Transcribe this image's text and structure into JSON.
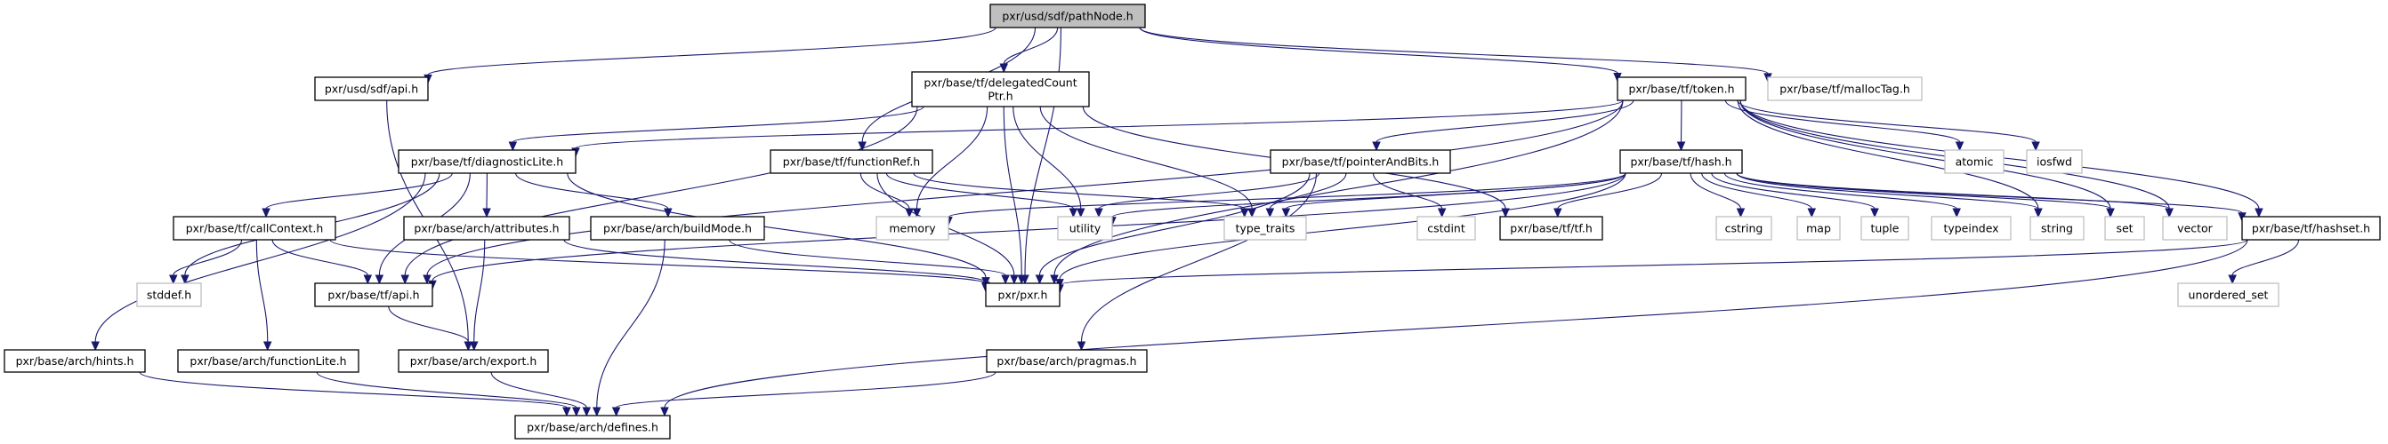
{
  "title": "pxr/usd/sdf/pathNode.h include dependency graph",
  "colors": {
    "edge": "#191970",
    "root_fill": "#bfbfbf",
    "local_border": "#000000",
    "system_border": "#bfbfbf"
  },
  "nodes": [
    {
      "id": "pathNode",
      "label": [
        "pxr/usd/sdf/pathNode.h"
      ],
      "kind": "root"
    },
    {
      "id": "sdfApi",
      "label": [
        "pxr/usd/sdf/api.h"
      ],
      "kind": "local"
    },
    {
      "id": "delegated",
      "label": [
        "pxr/base/tf/delegatedCount",
        "Ptr.h"
      ],
      "kind": "local"
    },
    {
      "id": "token",
      "label": [
        "pxr/base/tf/token.h"
      ],
      "kind": "local"
    },
    {
      "id": "mallocTag",
      "label": [
        "pxr/base/tf/mallocTag.h"
      ],
      "kind": "system"
    },
    {
      "id": "diagLite",
      "label": [
        "pxr/base/tf/diagnosticLite.h"
      ],
      "kind": "local"
    },
    {
      "id": "functionRef",
      "label": [
        "pxr/base/tf/functionRef.h"
      ],
      "kind": "local"
    },
    {
      "id": "pointerAndBits",
      "label": [
        "pxr/base/tf/pointerAndBits.h"
      ],
      "kind": "local"
    },
    {
      "id": "hash",
      "label": [
        "pxr/base/tf/hash.h"
      ],
      "kind": "local"
    },
    {
      "id": "atomic",
      "label": [
        "atomic"
      ],
      "kind": "system"
    },
    {
      "id": "iosfwd",
      "label": [
        "iosfwd"
      ],
      "kind": "system"
    },
    {
      "id": "callContext",
      "label": [
        "pxr/base/tf/callContext.h"
      ],
      "kind": "local"
    },
    {
      "id": "attributes",
      "label": [
        "pxr/base/arch/attributes.h"
      ],
      "kind": "local"
    },
    {
      "id": "buildMode",
      "label": [
        "pxr/base/arch/buildMode.h"
      ],
      "kind": "local"
    },
    {
      "id": "memory",
      "label": [
        "memory"
      ],
      "kind": "system"
    },
    {
      "id": "utility",
      "label": [
        "utility"
      ],
      "kind": "system"
    },
    {
      "id": "typeTraits",
      "label": [
        "type_traits"
      ],
      "kind": "system"
    },
    {
      "id": "cstdint",
      "label": [
        "cstdint"
      ],
      "kind": "system"
    },
    {
      "id": "tfh",
      "label": [
        "pxr/base/tf/tf.h"
      ],
      "kind": "local"
    },
    {
      "id": "cstring",
      "label": [
        "cstring"
      ],
      "kind": "system"
    },
    {
      "id": "map",
      "label": [
        "map"
      ],
      "kind": "system"
    },
    {
      "id": "tuple",
      "label": [
        "tuple"
      ],
      "kind": "system"
    },
    {
      "id": "typeindex",
      "label": [
        "typeindex"
      ],
      "kind": "system"
    },
    {
      "id": "string",
      "label": [
        "string"
      ],
      "kind": "system"
    },
    {
      "id": "set",
      "label": [
        "set"
      ],
      "kind": "system"
    },
    {
      "id": "vector",
      "label": [
        "vector"
      ],
      "kind": "system"
    },
    {
      "id": "hashset",
      "label": [
        "pxr/base/tf/hashset.h"
      ],
      "kind": "local"
    },
    {
      "id": "stddef",
      "label": [
        "stddef.h"
      ],
      "kind": "system"
    },
    {
      "id": "tfApi",
      "label": [
        "pxr/base/tf/api.h"
      ],
      "kind": "local"
    },
    {
      "id": "pxr",
      "label": [
        "pxr/pxr.h"
      ],
      "kind": "local"
    },
    {
      "id": "unorderedSet",
      "label": [
        "unordered_set"
      ],
      "kind": "system"
    },
    {
      "id": "hints",
      "label": [
        "pxr/base/arch/hints.h"
      ],
      "kind": "local"
    },
    {
      "id": "functionLite",
      "label": [
        "pxr/base/arch/functionLite.h"
      ],
      "kind": "local"
    },
    {
      "id": "export",
      "label": [
        "pxr/base/arch/export.h"
      ],
      "kind": "local"
    },
    {
      "id": "pragmas",
      "label": [
        "pxr/base/arch/pragmas.h"
      ],
      "kind": "local"
    },
    {
      "id": "defines",
      "label": [
        "pxr/base/arch/defines.h"
      ],
      "kind": "local"
    }
  ],
  "edges": [
    [
      "pathNode",
      "sdfApi"
    ],
    [
      "pathNode",
      "delegated"
    ],
    [
      "pathNode",
      "functionRef"
    ],
    [
      "pathNode",
      "pxr"
    ],
    [
      "pathNode",
      "token"
    ],
    [
      "pathNode",
      "mallocTag"
    ],
    [
      "sdfApi",
      "export"
    ],
    [
      "delegated",
      "diagLite"
    ],
    [
      "delegated",
      "tfApi"
    ],
    [
      "delegated",
      "memory"
    ],
    [
      "delegated",
      "utility"
    ],
    [
      "delegated",
      "pxr"
    ],
    [
      "delegated",
      "typeTraits"
    ],
    [
      "delegated",
      "tfh"
    ],
    [
      "token",
      "diagLite"
    ],
    [
      "token",
      "pointerAndBits"
    ],
    [
      "token",
      "hash"
    ],
    [
      "token",
      "pxr"
    ],
    [
      "token",
      "tfApi"
    ],
    [
      "token",
      "atomic"
    ],
    [
      "token",
      "iosfwd"
    ],
    [
      "token",
      "string"
    ],
    [
      "token",
      "set"
    ],
    [
      "token",
      "vector"
    ],
    [
      "token",
      "hashset"
    ],
    [
      "diagLite",
      "callContext"
    ],
    [
      "diagLite",
      "attributes"
    ],
    [
      "diagLite",
      "buildMode"
    ],
    [
      "diagLite",
      "tfApi"
    ],
    [
      "diagLite",
      "pxr"
    ],
    [
      "diagLite",
      "stddef"
    ],
    [
      "diagLite",
      "hints"
    ],
    [
      "functionRef",
      "memory"
    ],
    [
      "functionRef",
      "utility"
    ],
    [
      "functionRef",
      "typeTraits"
    ],
    [
      "functionRef",
      "pxr"
    ],
    [
      "pointerAndBits",
      "utility"
    ],
    [
      "pointerAndBits",
      "typeTraits"
    ],
    [
      "pointerAndBits",
      "cstdint"
    ],
    [
      "pointerAndBits",
      "pxr"
    ],
    [
      "pointerAndBits",
      "pragmas"
    ],
    [
      "hash",
      "memory"
    ],
    [
      "hash",
      "utility"
    ],
    [
      "hash",
      "typeTraits"
    ],
    [
      "hash",
      "tfh"
    ],
    [
      "hash",
      "tfApi"
    ],
    [
      "hash",
      "pxr"
    ],
    [
      "hash",
      "cstring"
    ],
    [
      "hash",
      "map"
    ],
    [
      "hash",
      "tuple"
    ],
    [
      "hash",
      "typeindex"
    ],
    [
      "hash",
      "string"
    ],
    [
      "hash",
      "set"
    ],
    [
      "hash",
      "vector"
    ],
    [
      "hash",
      "hashset"
    ],
    [
      "callContext",
      "stddef"
    ],
    [
      "callContext",
      "tfApi"
    ],
    [
      "callContext",
      "functionLite"
    ],
    [
      "callContext",
      "pxr"
    ],
    [
      "attributes",
      "export"
    ],
    [
      "attributes",
      "pxr"
    ],
    [
      "buildMode",
      "defines"
    ],
    [
      "buildMode",
      "pxr"
    ],
    [
      "tfApi",
      "export"
    ],
    [
      "hashset",
      "pxr"
    ],
    [
      "hashset",
      "unorderedSet"
    ],
    [
      "hashset",
      "defines"
    ],
    [
      "hints",
      "defines"
    ],
    [
      "functionLite",
      "defines"
    ],
    [
      "export",
      "defines"
    ],
    [
      "pragmas",
      "defines"
    ]
  ]
}
